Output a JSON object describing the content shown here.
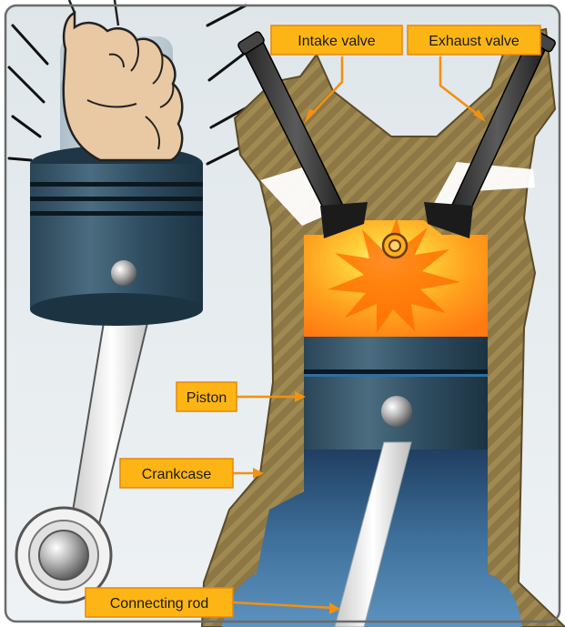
{
  "labels": {
    "intake_valve": "Intake valve",
    "exhaust_valve": "Exhaust valve",
    "piston": "Piston",
    "crankcase": "Crankcase",
    "connecting_rod": "Connecting rod"
  },
  "colors": {
    "label_fill": "#fdb515",
    "leader": "#f29111",
    "cylinder_wall": "#8a7440",
    "combustion": "#ff8a1a",
    "piston_body": "#2b4658",
    "crankcase_interior": "#2f5f88",
    "frame_border": "#6b6b6b"
  },
  "icons": {
    "fist": "fist-icon",
    "spark_plug": "spark-plug-icon",
    "explosion": "explosion-icon"
  }
}
